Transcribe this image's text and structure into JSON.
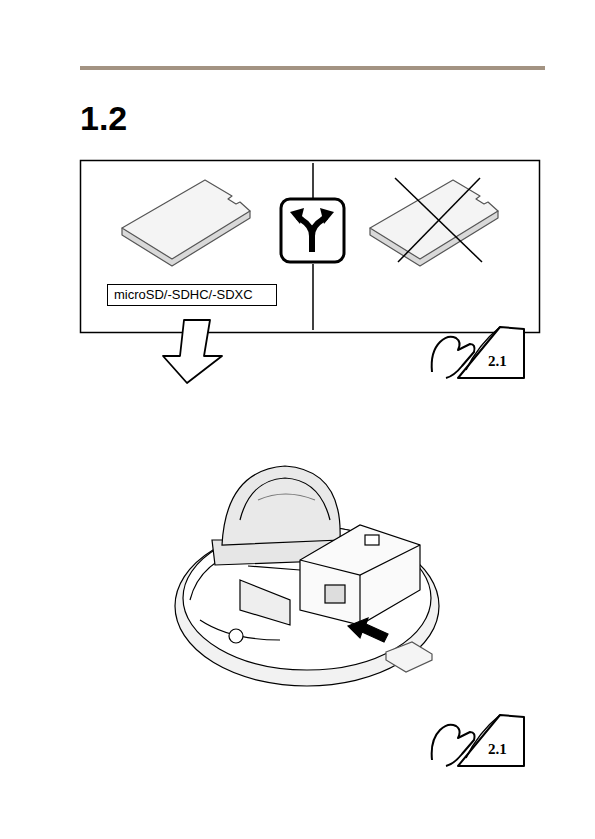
{
  "diagram": {
    "title": "1.2",
    "nodes": [
      {
        "text": [
          "microSD/-SDHC/-SDXC"
        ]
      }
    ],
    "labels": [
      "2.1",
      "2.1"
    ]
  }
}
